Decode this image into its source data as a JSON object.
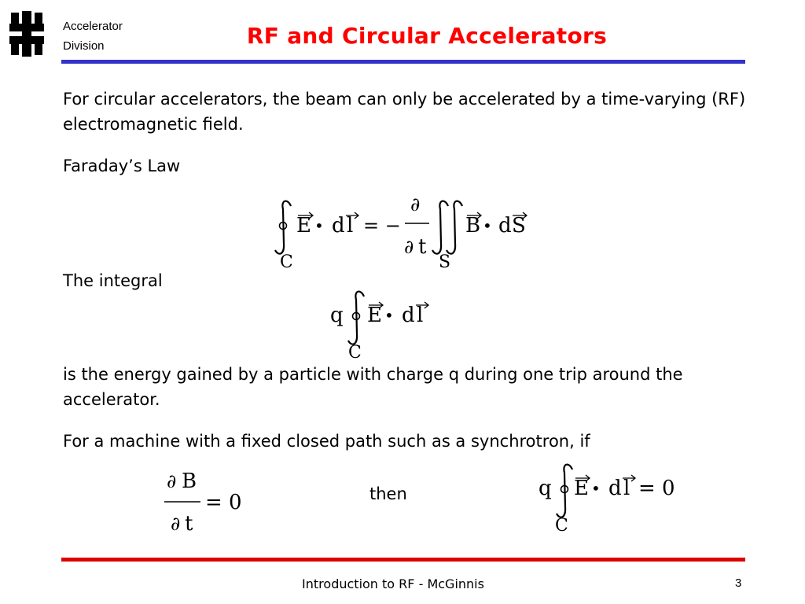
{
  "header": {
    "division_line1": "Accelerator",
    "division_line2": "Division",
    "title": "RF and Circular Accelerators"
  },
  "body": {
    "para1": "For circular accelerators, the beam can only be accelerated by a time-varying (RF) electromagnetic field.",
    "faraday_label": "Faraday’s Law",
    "integral_label": "The integral",
    "energy_para": "is the energy gained by a particle with charge q during one trip around the accelerator.",
    "machine_para": "For a machine with a fixed closed path such as a synchrotron, if",
    "then_label": "then"
  },
  "equations": {
    "faraday": {
      "lhs_E": "E",
      "dot": "•",
      "lhs_dl": "d",
      "lhs_l": "l",
      "equals_minus": "= −",
      "partial_top": "∂",
      "partial_bottom": "∂",
      "t": "t",
      "rhs_B": "B",
      "rhs_d": "d",
      "rhs_S": "S",
      "sub_C": "C",
      "sub_S": "S"
    },
    "integral": {
      "q": "q",
      "E": "E",
      "dot": "•",
      "d": "d",
      "l": "l",
      "sub_C": "C"
    },
    "condition": {
      "partial_top": "∂",
      "B": "B",
      "partial_bottom": "∂",
      "t": "t",
      "equals_zero": "= 0"
    },
    "result": {
      "q": "q",
      "E": "E",
      "dot": "•",
      "d": "d",
      "l": "l",
      "equals_zero": "= 0",
      "sub_C": "C"
    }
  },
  "footer": {
    "text": "Introduction to RF - McGinnis",
    "page_number": "3"
  },
  "colors": {
    "title": "#ff0000",
    "title_rule": "#3333cc",
    "footer_rule": "#dd0000"
  },
  "icons": {
    "logo": "fermilab-logo"
  }
}
